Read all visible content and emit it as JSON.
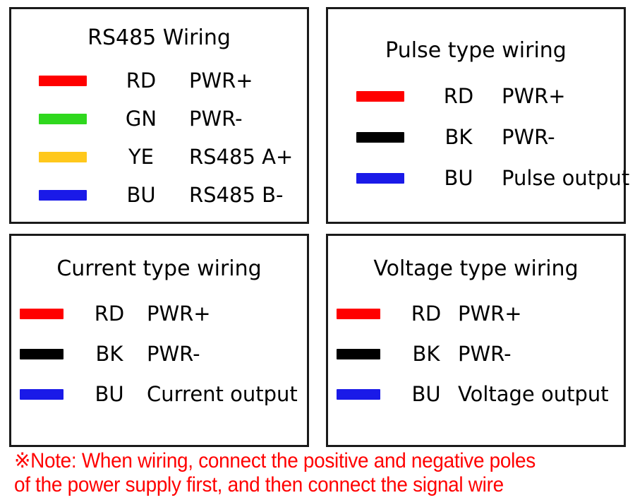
{
  "colors": {
    "red": "#ff0000",
    "green": "#2fd81e",
    "yellow": "#ffc81c",
    "blue": "#1a1ae8",
    "black": "#000000",
    "border": "#1a1a1a",
    "note_red": "#ff0000"
  },
  "panels": [
    {
      "id": "rs485",
      "title": "RS485 Wiring",
      "rows": [
        {
          "color_name": "red",
          "color": "#ff0000",
          "code": "RD",
          "desc": "PWR+"
        },
        {
          "color_name": "green",
          "color": "#2fd81e",
          "code": "GN",
          "desc": "PWR-"
        },
        {
          "color_name": "yellow",
          "color": "#ffc81c",
          "code": "YE",
          "desc": "RS485 A+"
        },
        {
          "color_name": "blue",
          "color": "#1a1ae8",
          "code": "BU",
          "desc": "RS485 B-"
        }
      ]
    },
    {
      "id": "pulse",
      "title": "Pulse type wiring",
      "rows": [
        {
          "color_name": "red",
          "color": "#ff0000",
          "code": "RD",
          "desc": "PWR+"
        },
        {
          "color_name": "black",
          "color": "#000000",
          "code": "BK",
          "desc": "PWR-"
        },
        {
          "color_name": "blue",
          "color": "#1a1ae8",
          "code": "BU",
          "desc": "Pulse output"
        }
      ]
    },
    {
      "id": "current",
      "title": "Current type wiring",
      "rows": [
        {
          "color_name": "red",
          "color": "#ff0000",
          "code": "RD",
          "desc": "PWR+"
        },
        {
          "color_name": "black",
          "color": "#000000",
          "code": "BK",
          "desc": "PWR-"
        },
        {
          "color_name": "blue",
          "color": "#1a1ae8",
          "code": "BU",
          "desc": "Current output"
        }
      ]
    },
    {
      "id": "voltage",
      "title": "Voltage type wiring",
      "rows": [
        {
          "color_name": "red",
          "color": "#ff0000",
          "code": "RD",
          "desc": "PWR+"
        },
        {
          "color_name": "black",
          "color": "#000000",
          "code": "BK",
          "desc": "PWR-"
        },
        {
          "color_name": "blue",
          "color": "#1a1ae8",
          "code": "BU",
          "desc": "Voltage output"
        }
      ]
    }
  ],
  "note": {
    "line1": "※Note: When wiring, connect the positive and negative poles",
    "line2": "of the power supply first, and then connect the signal wire"
  }
}
